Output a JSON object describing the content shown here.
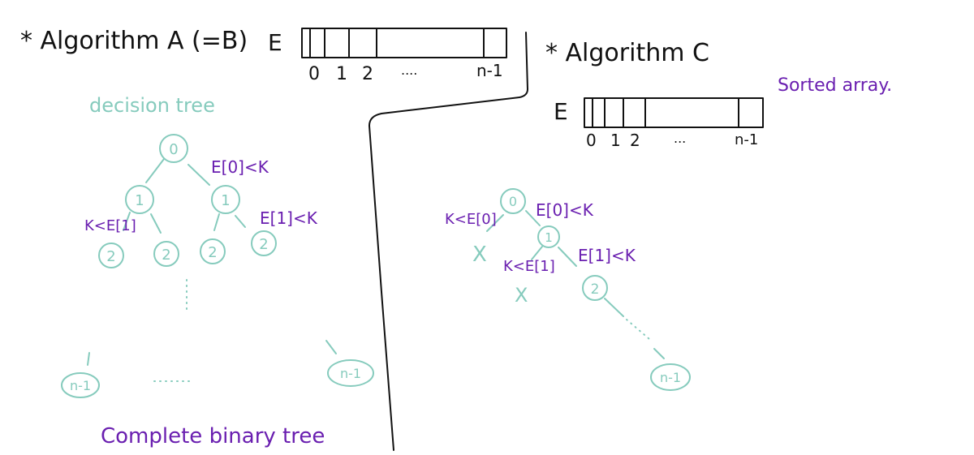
{
  "colors": {
    "ink": "#111111",
    "tree": "#86cbbd",
    "note": "#6a1fb0"
  },
  "left": {
    "title": "* Algorithm A (=B)",
    "array": {
      "name": "E",
      "idx0": "0",
      "idx1": "1",
      "idx2": "2",
      "ellipsis": "....",
      "idxLast": "n-1"
    },
    "tree_label": "decision tree",
    "nodes": {
      "root": "0",
      "lvl1a": "1",
      "lvl1b": "1",
      "lvl2a": "2",
      "lvl2b": "2",
      "lvl2c": "2",
      "lvl2d": "2",
      "leafL": "n-1",
      "leafR": "n-1"
    },
    "cond_root": "E[0]<K",
    "cond_left": "K<E[1]",
    "cond_right": "E[1]<K",
    "ellipsis_bottom": ". . .",
    "caption": "Complete binary tree"
  },
  "right": {
    "title": "* Algorithm C",
    "note": "Sorted array.",
    "array": {
      "name": "E",
      "idx0": "0",
      "idx1": "1",
      "idx2": "2",
      "ellipsis": "...",
      "idxLast": "n-1"
    },
    "nodes": {
      "root": "0",
      "second": "1",
      "third": "2",
      "last": "n-1"
    },
    "cond_root_left": "K<E[0]",
    "cond_root_right": "E[0]<K",
    "cond_second_left": "K<E[1]",
    "cond_second_right": "E[1]<K",
    "fail_mark_1": "X",
    "fail_mark_2": "X"
  }
}
